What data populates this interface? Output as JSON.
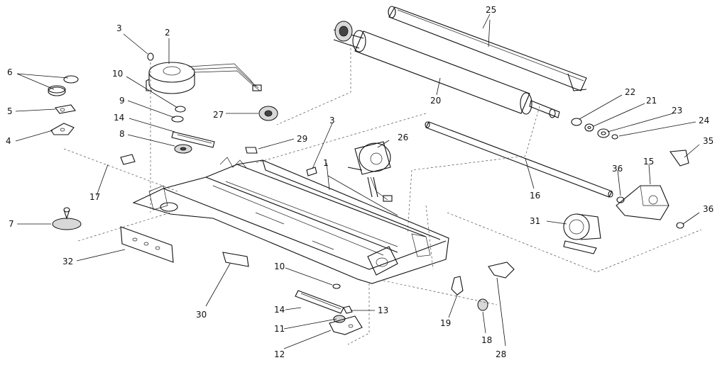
{
  "diagram": {
    "callouts": [
      "1",
      "2",
      "3",
      "4",
      "5",
      "6",
      "7",
      "8",
      "9",
      "10",
      "11",
      "12",
      "13",
      "14",
      "15",
      "16",
      "17",
      "18",
      "19",
      "20",
      "21",
      "22",
      "23",
      "24",
      "25",
      "26",
      "27",
      "28",
      "29",
      "30",
      "31",
      "32",
      "35",
      "36"
    ]
  },
  "labels": {
    "c1": "1",
    "c2": "2",
    "c3a": "3",
    "c3b": "3",
    "c4": "4",
    "c5": "5",
    "c6": "6",
    "c7": "7",
    "c8": "8",
    "c9": "9",
    "c10a": "10",
    "c10b": "10",
    "c11": "11",
    "c12": "12",
    "c13": "13",
    "c14a": "14",
    "c14b": "14",
    "c15": "15",
    "c16": "16",
    "c17": "17",
    "c18": "18",
    "c19": "19",
    "c20": "20",
    "c21": "21",
    "c22": "22",
    "c23": "23",
    "c24": "24",
    "c25": "25",
    "c26": "26",
    "c27": "27",
    "c28": "28",
    "c29": "29",
    "c30": "30",
    "c31": "31",
    "c32": "32",
    "c35": "35",
    "c36a": "36",
    "c36b": "36"
  }
}
